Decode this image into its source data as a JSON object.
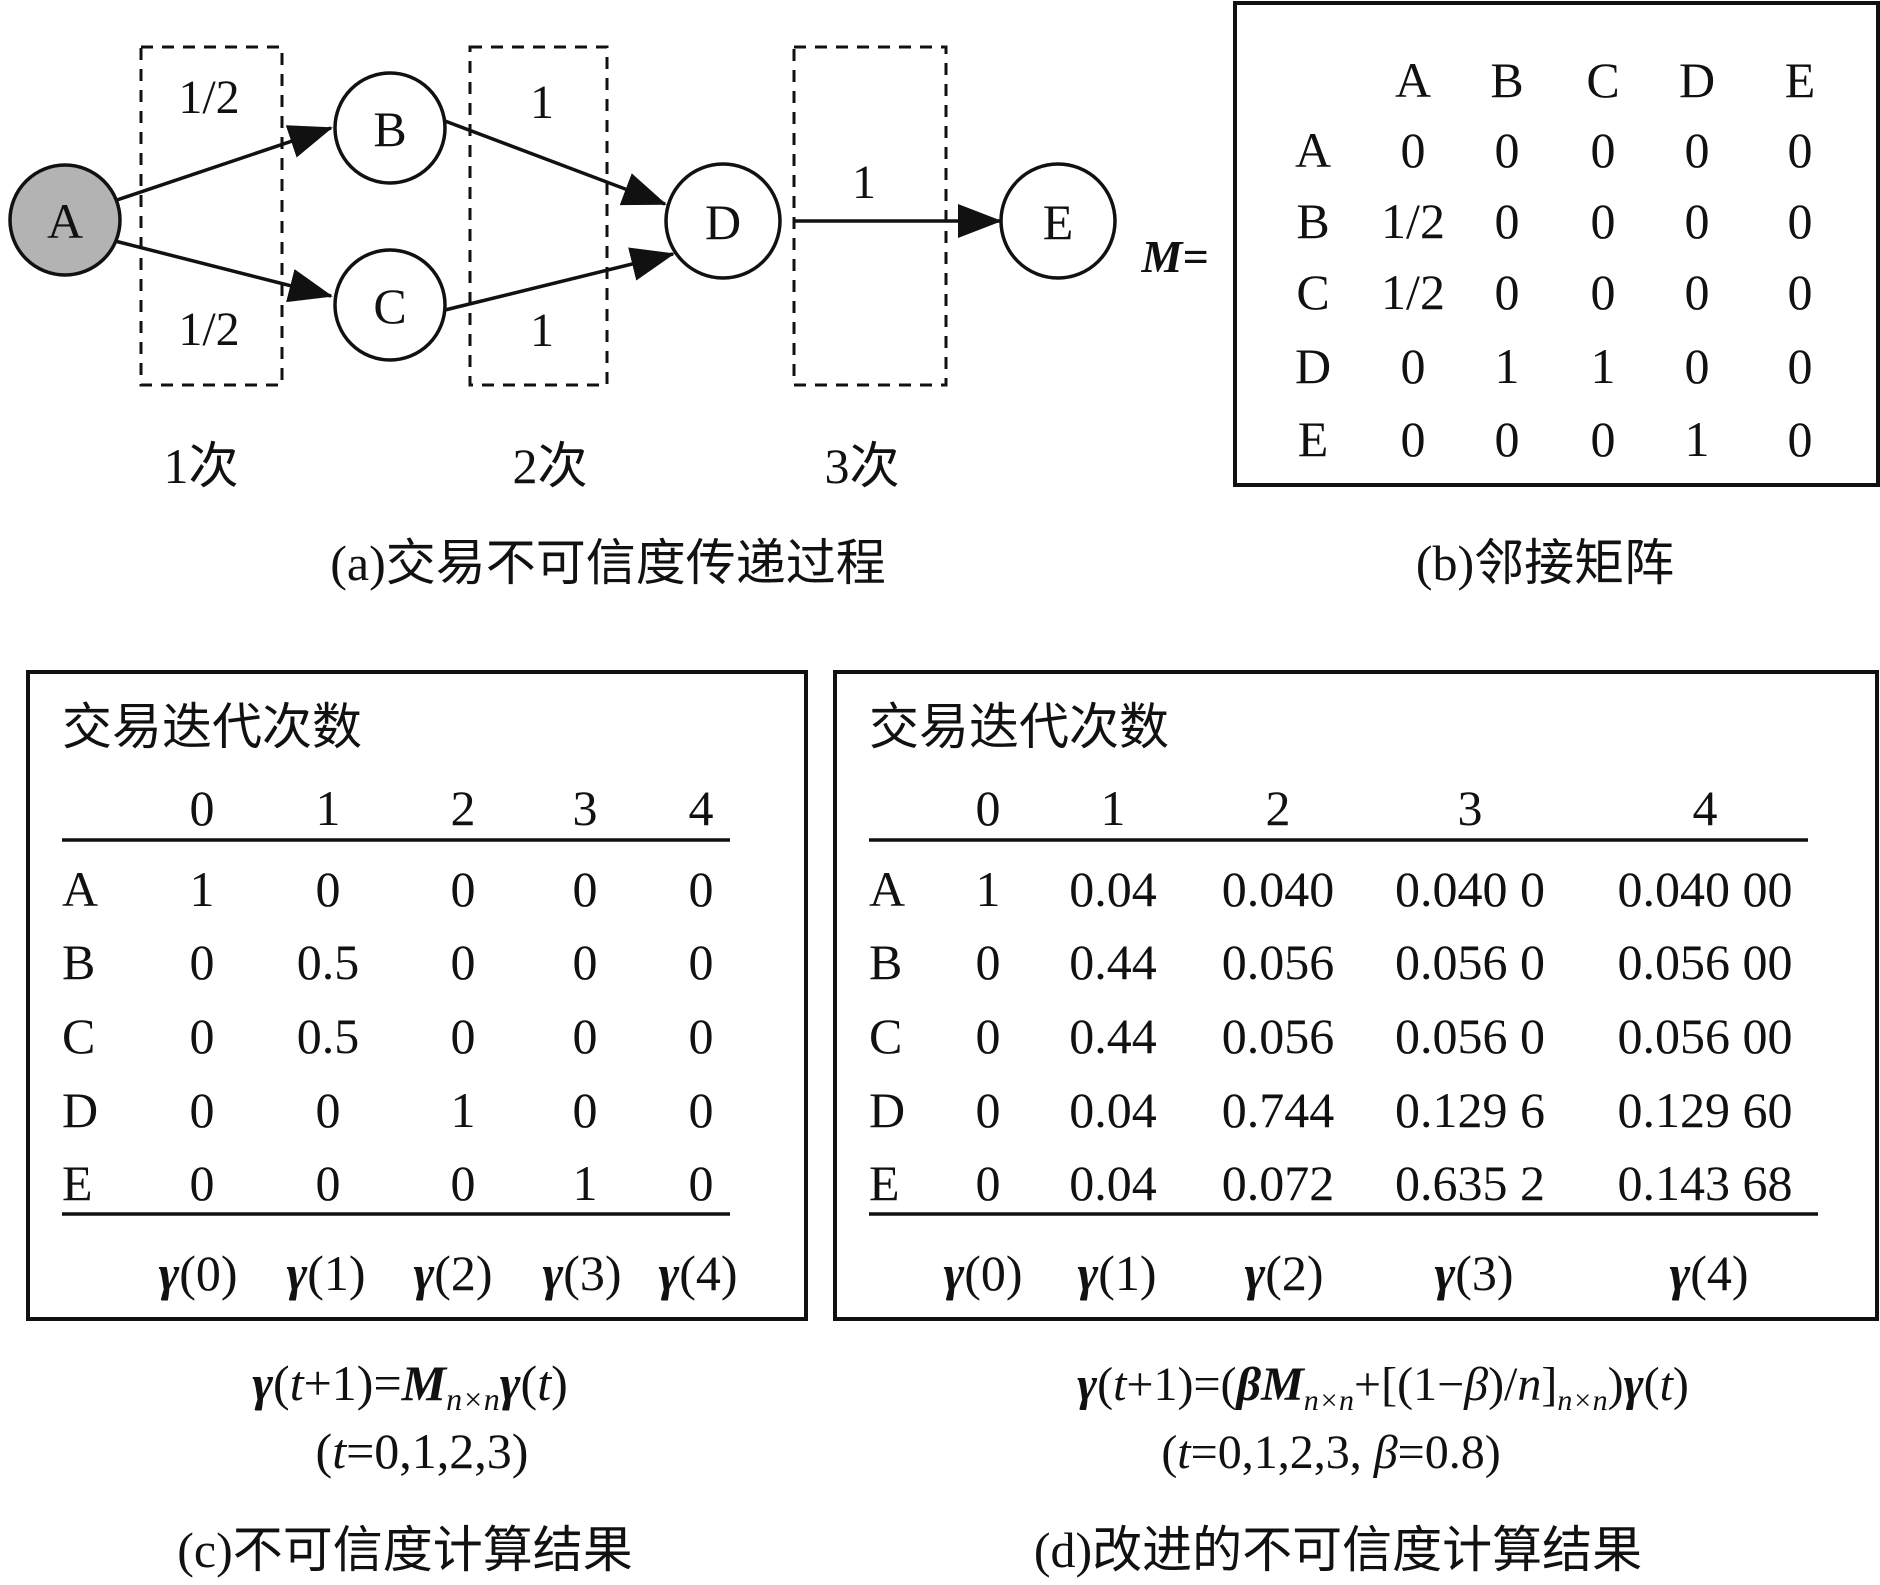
{
  "panel_a": {
    "nodes": [
      "A",
      "B",
      "C",
      "D",
      "E"
    ],
    "edge_weights": {
      "a_b": "1/2",
      "a_c": "1/2",
      "b_d": "1",
      "c_d": "1",
      "d_e": "1"
    },
    "stage_labels": [
      "1次",
      "2次",
      "3次"
    ],
    "caption": "(a)交易不可信度传递过程"
  },
  "panel_b": {
    "matrix_label": "M=",
    "col_headers": [
      "A",
      "B",
      "C",
      "D",
      "E"
    ],
    "rows": [
      {
        "label": "A",
        "cells": [
          "0",
          "0",
          "0",
          "0",
          "0"
        ]
      },
      {
        "label": "B",
        "cells": [
          "1/2",
          "0",
          "0",
          "0",
          "0"
        ]
      },
      {
        "label": "C",
        "cells": [
          "1/2",
          "0",
          "0",
          "0",
          "0"
        ]
      },
      {
        "label": "D",
        "cells": [
          "0",
          "1",
          "1",
          "0",
          "0"
        ]
      },
      {
        "label": "E",
        "cells": [
          "0",
          "0",
          "0",
          "1",
          "0"
        ]
      }
    ],
    "caption": "(b)邻接矩阵"
  },
  "panel_c": {
    "title": "交易迭代次数",
    "col_headers": [
      "0",
      "1",
      "2",
      "3",
      "4"
    ],
    "rows": [
      {
        "label": "A",
        "cells": [
          "1",
          "0",
          "0",
          "0",
          "0"
        ]
      },
      {
        "label": "B",
        "cells": [
          "0",
          "0.5",
          "0",
          "0",
          "0"
        ]
      },
      {
        "label": "C",
        "cells": [
          "0",
          "0.5",
          "0",
          "0",
          "0"
        ]
      },
      {
        "label": "D",
        "cells": [
          "0",
          "0",
          "1",
          "0",
          "0"
        ]
      },
      {
        "label": "E",
        "cells": [
          "0",
          "0",
          "0",
          "1",
          "0"
        ]
      }
    ],
    "footer": [
      {
        "sym": "γ",
        "arg": "(0)"
      },
      {
        "sym": "γ",
        "arg": "(1)"
      },
      {
        "sym": "γ",
        "arg": "(2)"
      },
      {
        "sym": "γ",
        "arg": "(3)"
      },
      {
        "sym": "γ",
        "arg": "(4)"
      }
    ],
    "formula": {
      "p1": "γ",
      "p2": "(",
      "p3": "t",
      "p4": "+1)=",
      "p5": "M",
      "p6": "n×n",
      "p7": "γ",
      "p8": "(",
      "p9": "t",
      "p10": ")"
    },
    "formula_cond": {
      "p1": "(",
      "p2": "t",
      "p3": "=0,1,2,3)"
    },
    "caption": "(c)不可信度计算结果"
  },
  "panel_d": {
    "title": "交易迭代次数",
    "col_headers": [
      "0",
      "1",
      "2",
      "3",
      "4"
    ],
    "rows": [
      {
        "label": "A",
        "cells": [
          "1",
          "0.04",
          "0.040",
          "0.040 0",
          "0.040 00"
        ]
      },
      {
        "label": "B",
        "cells": [
          "0",
          "0.44",
          "0.056",
          "0.056 0",
          "0.056 00"
        ]
      },
      {
        "label": "C",
        "cells": [
          "0",
          "0.44",
          "0.056",
          "0.056 0",
          "0.056 00"
        ]
      },
      {
        "label": "D",
        "cells": [
          "0",
          "0.04",
          "0.744",
          "0.129 6",
          "0.129 60"
        ]
      },
      {
        "label": "E",
        "cells": [
          "0",
          "0.04",
          "0.072",
          "0.635 2",
          "0.143 68"
        ]
      }
    ],
    "footer": [
      {
        "sym": "γ",
        "arg": "(0)"
      },
      {
        "sym": "γ",
        "arg": "(1)"
      },
      {
        "sym": "γ",
        "arg": "(2)"
      },
      {
        "sym": "γ",
        "arg": "(3)"
      },
      {
        "sym": "γ",
        "arg": "(4)"
      }
    ],
    "formula": {
      "p1": "γ",
      "p2": "(",
      "p3": "t",
      "p4": "+1)=(",
      "p5": "β",
      "p6": "M",
      "p7": "n×n",
      "p8": "+[(1−",
      "p9": "β",
      "p10": ")/",
      "p11": "n",
      "p12": "]",
      "p13": "n×n",
      "p14": ")",
      "p15": "γ",
      "p16": "(",
      "p17": "t",
      "p18": ")"
    },
    "formula_cond": {
      "p1": "(",
      "p2": "t",
      "p3": "=0,1,2,3, ",
      "p4": "β",
      "p5": "=0.8)"
    },
    "caption": "(d)改进的不可信度计算结果"
  },
  "colors": {
    "node_a_fill": "#b3b3b3",
    "stroke": "#111111",
    "background": "#ffffff"
  }
}
